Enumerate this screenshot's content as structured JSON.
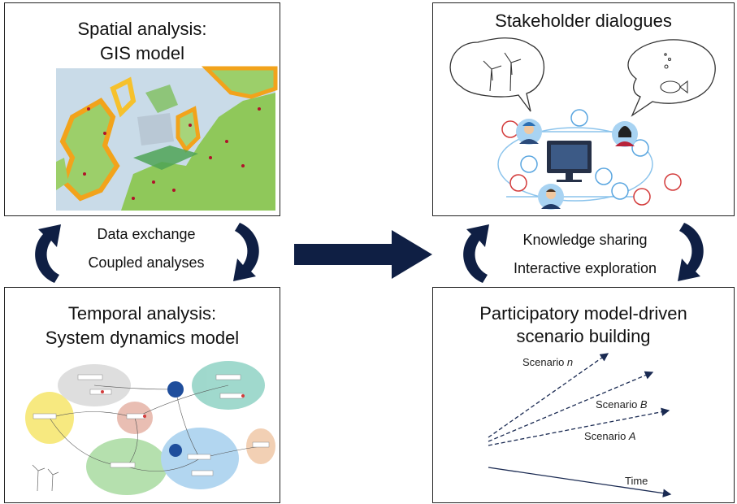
{
  "panels": {
    "spatial": {
      "title_line1": "Spatial analysis:",
      "title_line2": "GIS model"
    },
    "stakeholder": {
      "title": "Stakeholder dialogues"
    },
    "temporal": {
      "title_line1": "Temporal analysis:",
      "title_line2": "System dynamics model"
    },
    "participatory": {
      "title_line1": "Participatory model-driven",
      "title_line2": "scenario building"
    }
  },
  "left_connector": {
    "line1": "Data exchange",
    "line2": "Coupled analyses"
  },
  "right_connector": {
    "line1": "Knowledge sharing",
    "line2": "Interactive exploration"
  },
  "scenario_chart": {
    "scenario_n_prefix": "Scenario ",
    "scenario_n_var": "n",
    "scenario_b_prefix": "Scenario ",
    "scenario_b_var": "B",
    "scenario_a_prefix": "Scenario ",
    "scenario_a_var": "A",
    "time_label": "Time"
  },
  "colors": {
    "navy": "#0f1f44",
    "arrow_dark": "#1a2a52",
    "node_blue": "#5aa6e0",
    "node_red": "#d33b3b"
  }
}
